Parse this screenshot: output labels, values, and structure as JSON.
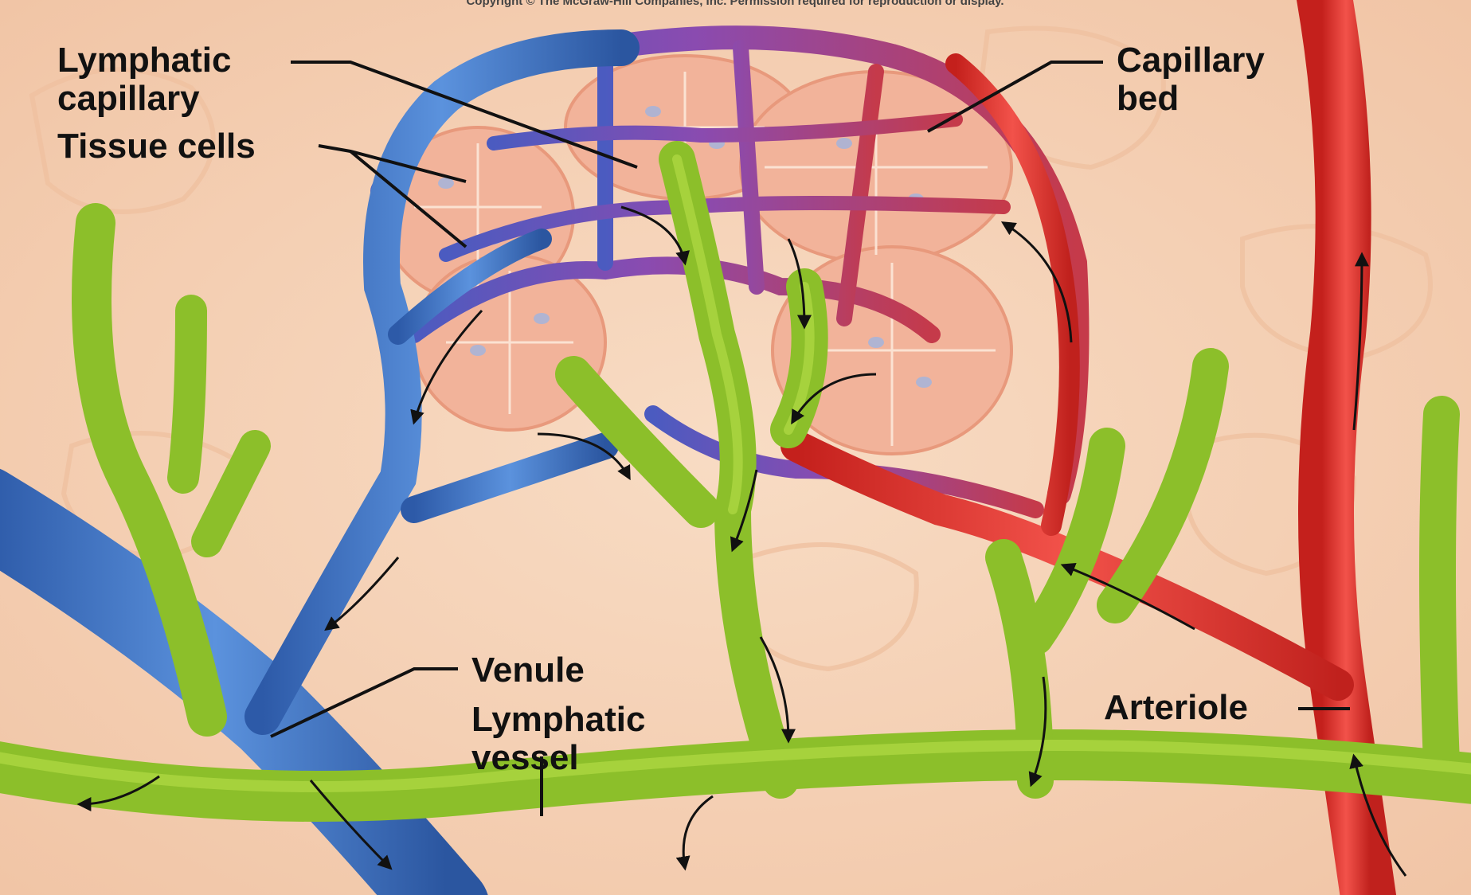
{
  "copyright": "Copyright © The McGraw-Hill Companies, Inc. Permission required for reproduction or display.",
  "labels": {
    "lymphatic_capillary": [
      "Lymphatic",
      "capillary"
    ],
    "tissue_cells": "Tissue cells",
    "capillary_bed": [
      "Capillary",
      "bed"
    ],
    "venule": "Venule",
    "lymphatic_vessel": [
      "Lymphatic",
      "vessel"
    ],
    "arteriole": "Arteriole"
  },
  "colors": {
    "background": "#f6d2b6",
    "tissue": "#f3b69c",
    "venule": "#3a6fc2",
    "capillary_mix": "#7a3fa6",
    "arteriole": "#e2312a",
    "lymphatic": "#8cbf2a",
    "cell_nucleus": "#a9b4d8"
  }
}
